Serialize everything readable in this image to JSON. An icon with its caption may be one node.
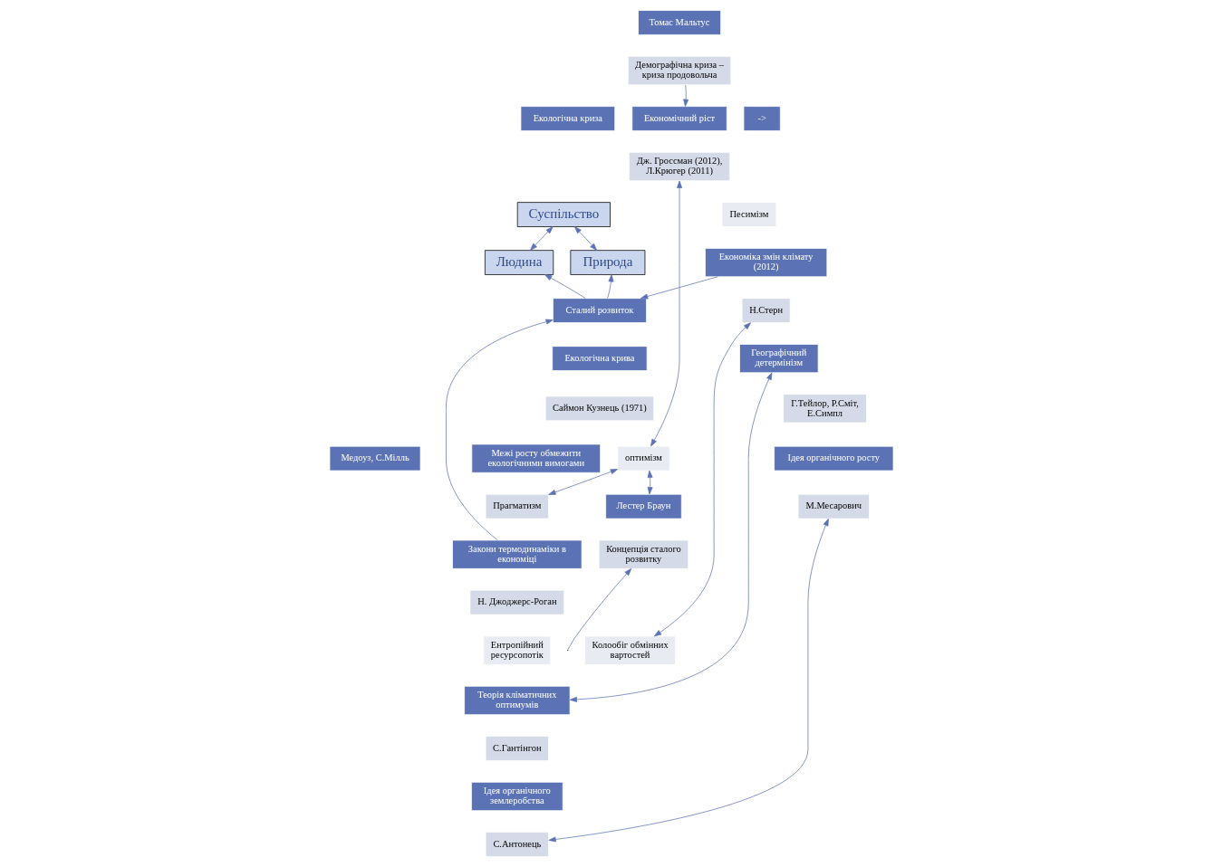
{
  "diagram": {
    "nodes": [
      {
        "text": [
          "Суспільство"
        ]
      },
      {
        "text": [
          "Людина"
        ]
      },
      {
        "text": [
          "Природа"
        ]
      },
      {
        "text": [
          "Сталий розвиток"
        ]
      },
      {
        "text": [
          "Томас Мальтус"
        ]
      },
      {
        "text": [
          "Демографічна криза – криза продовольча"
        ]
      },
      {
        "text": [
          "Економічний ріст"
        ]
      },
      {
        "text": [
          "->"
        ]
      },
      {
        "text": [
          "Екологічна криза"
        ]
      },
      {
        "text": [
          "Дж. Гроссман (2012), Л.Крюгер (2011)"
        ]
      },
      {
        "text": [
          "Песимізм"
        ]
      },
      {
        "text": [
          "Екологічна крива"
        ]
      },
      {
        "text": [
          "Саймон Кузнець (1971)"
        ]
      },
      {
        "text": [
          "оптимізм"
        ]
      },
      {
        "text": [
          "Медоуз, С.Мілль"
        ]
      },
      {
        "text": [
          "Межі росту обмежити екологічними вимогами"
        ]
      },
      {
        "text": [
          "Прагматизм"
        ]
      },
      {
        "text": [
          "Закони термодинаміки в економіці"
        ]
      },
      {
        "text": [
          "Н. Джоджерс-Роган"
        ]
      },
      {
        "text": [
          "Колообіг обмінних вартостей"
        ]
      },
      {
        "text": [
          "Ентропійний ресурсопотік"
        ]
      },
      {
        "text": [
          "Економіка змін клімату (2012)"
        ]
      },
      {
        "text": [
          "Н.Стерн"
        ]
      },
      {
        "text": [
          "Географічний детермінізм"
        ]
      },
      {
        "text": [
          "Г.Тейлор, Р.Сміт, Е.Симпл"
        ]
      },
      {
        "text": [
          "Лестер Браун"
        ]
      },
      {
        "text": [
          "Концепція сталого розвитку"
        ]
      },
      {
        "text": [
          "Теорія кліматичних оптимумів"
        ]
      },
      {
        "text": [
          "С.Гантінгон"
        ]
      },
      {
        "text": [
          "Ідея органічного росту"
        ]
      },
      {
        "text": [
          "М.Месарович"
        ]
      },
      {
        "text": [
          "Ідея органічного землеробства"
        ]
      },
      {
        "text": [
          "С.Антонець"
        ]
      }
    ],
    "edges": [
      {
        "from": 0,
        "to": 1,
        "arrow": "both"
      },
      {
        "from": 0,
        "to": 2,
        "arrow": "both"
      },
      {
        "from": 3,
        "to": 1,
        "arrow": "to"
      },
      {
        "from": 3,
        "to": 2,
        "arrow": "to"
      },
      {
        "from": 5,
        "to": 6,
        "arrow": "to"
      },
      {
        "from": 21,
        "to": 3,
        "arrow": "to"
      },
      {
        "from": 17,
        "to": 3,
        "arrow": "to"
      },
      {
        "from": 9,
        "to": 13,
        "arrow": "both"
      },
      {
        "from": 13,
        "to": 16,
        "arrow": "both"
      },
      {
        "from": 22,
        "to": 19,
        "arrow": "both"
      },
      {
        "from": 13,
        "to": 25,
        "arrow": "both"
      },
      {
        "from": 23,
        "to": 27,
        "arrow": "both"
      },
      {
        "from": 30,
        "to": 32,
        "arrow": "both"
      },
      {
        "from": null,
        "to": 26,
        "arrow": "to"
      }
    ]
  }
}
